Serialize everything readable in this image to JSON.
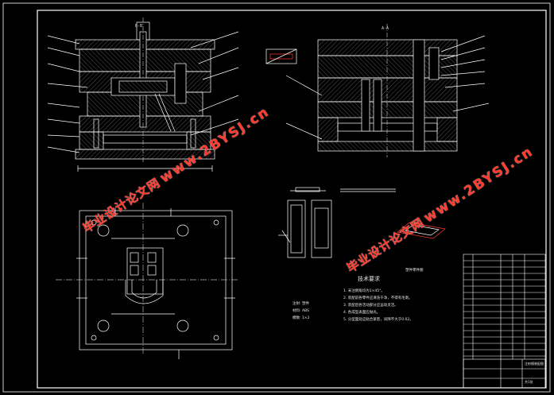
{
  "drawing": {
    "section_label_top": "B-B",
    "section_label_right": "A-A",
    "tech_title": "技术要求",
    "tech_notes": [
      "1. 未注倒角均为1×45°。",
      "2. 装配前各零件应清洗干净，不得有毛刺。",
      "3. 装配后各活动部分应运动灵活。",
      "4. 各成型表面应抛光。",
      "5. 分型面处应贴合紧密，间隙不大于0.02。"
    ],
    "spec_notes": [
      "注射: 塑件",
      "材料: ABS",
      "模数: 1×2"
    ],
    "part_label": "塑件零件图",
    "title_block": {
      "drawing_name": "注射模装配图",
      "sheet": "共1张"
    }
  },
  "watermarks": [
    {
      "zh": "毕业设计论文网",
      "url": "www.2BYSJ.cn"
    },
    {
      "zh": "毕业设计论文网",
      "url": "www.2BYSJ.cn"
    }
  ],
  "colors": {
    "background": "#000000",
    "line": "#ffffff",
    "section_hatch": "#9a9a9a",
    "center": "#b0b0b0",
    "watermark": "#ff3b30",
    "accent_part": "#ff3b30"
  }
}
